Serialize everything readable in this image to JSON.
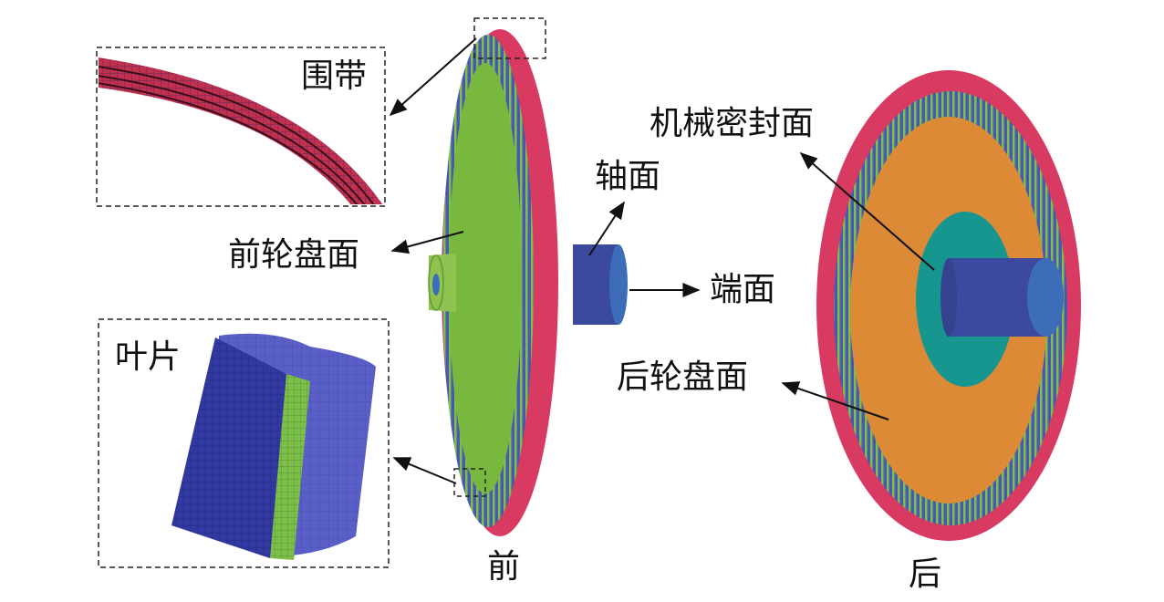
{
  "labels": {
    "shroud": "围带",
    "front_disc_face": "前轮盘面",
    "blade": "叶片",
    "shaft_face": "轴面",
    "end_face": "端面",
    "mechanical_seal_face": "机械密封面",
    "rear_disc_face": "后轮盘面",
    "front_view": "前",
    "rear_view": "后"
  },
  "colors": {
    "shroud": "#d93a62",
    "front_disc": "#79b83f",
    "blade_ring": "#4a58b0",
    "shaft": "#3b4a9e",
    "shaft_end": "#3d6cb8",
    "rear_disc": "#dc8a35",
    "seal_ring": "#17958f",
    "blade_mesh": "#3b3ea0",
    "blade_edge": "#7cc04a",
    "arrow": "#111111"
  }
}
